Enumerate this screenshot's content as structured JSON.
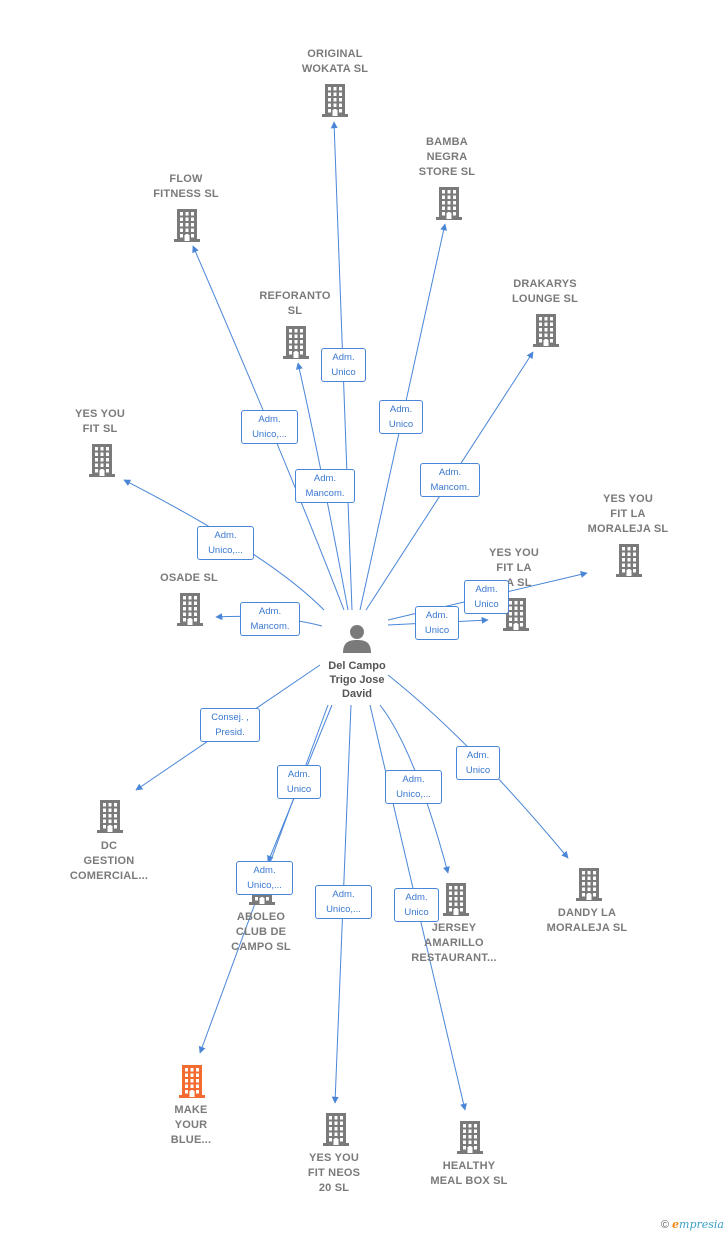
{
  "center": {
    "name": "Del Campo Trigo Jose David",
    "lines": [
      "Del Campo",
      "Trigo Jose",
      "David"
    ],
    "icon": "person-icon"
  },
  "colors": {
    "edge": "#4a86d8",
    "building": "#7a7a7a",
    "highlight": "#f26b30"
  },
  "companies": [
    {
      "id": "original-wokata",
      "lines": [
        "ORIGINAL",
        "WOKATA  SL"
      ]
    },
    {
      "id": "bamba-negra",
      "lines": [
        "BAMBA",
        "NEGRA",
        "STORE  SL"
      ]
    },
    {
      "id": "flow-fitness",
      "lines": [
        "FLOW",
        "FITNESS  SL"
      ]
    },
    {
      "id": "reforanto",
      "lines": [
        "REFORANTO",
        "SL"
      ]
    },
    {
      "id": "drakarys",
      "lines": [
        "DRAKARYS",
        "LOUNGE  SL"
      ]
    },
    {
      "id": "yes-you-fit",
      "lines": [
        "YES YOU",
        "FIT  SL"
      ]
    },
    {
      "id": "yes-you-fit-moraleja",
      "lines": [
        "YES YOU",
        "FIT LA",
        "MORALEJA  SL"
      ]
    },
    {
      "id": "yes-you-fit-la-a",
      "lines": [
        "YES YOU",
        "FIT LA",
        "...A  SL"
      ]
    },
    {
      "id": "osade",
      "lines": [
        "OSADE SL"
      ]
    },
    {
      "id": "dc-gestion",
      "lines": [
        "DC",
        "GESTION",
        "COMERCIAL..."
      ]
    },
    {
      "id": "aboleo",
      "lines": [
        "ABOLEO",
        "CLUB DE",
        "CAMPO  SL"
      ]
    },
    {
      "id": "jersey-amarillo",
      "lines": [
        "JERSEY",
        "AMARILLO",
        "RESTAURANT..."
      ]
    },
    {
      "id": "dandy",
      "lines": [
        "DANDY LA",
        "MORALEJA  SL"
      ]
    },
    {
      "id": "make-your-blue",
      "lines": [
        "MAKE",
        "YOUR",
        "BLUE..."
      ]
    },
    {
      "id": "yes-you-fit-neos",
      "lines": [
        "YES YOU",
        "FIT NEOS",
        "20  SL"
      ]
    },
    {
      "id": "healthy-meal",
      "lines": [
        "HEALTHY",
        "MEAL BOX  SL"
      ]
    }
  ],
  "relations": [
    {
      "to": "original-wokata",
      "label": "Adm.\nUnico"
    },
    {
      "to": "bamba-negra",
      "label": "Adm.\nUnico"
    },
    {
      "to": "flow-fitness",
      "label": "Adm.\nUnico,..."
    },
    {
      "to": "reforanto",
      "label": "Adm.\nMancom."
    },
    {
      "to": "drakarys",
      "label": "Adm.\nMancom."
    },
    {
      "to": "yes-you-fit",
      "label": "Adm.\nUnico,..."
    },
    {
      "to": "yes-you-fit-moraleja",
      "label": "Adm.\nUnico"
    },
    {
      "to": "yes-you-fit-la-a",
      "label": "Adm.\nUnico"
    },
    {
      "to": "osade",
      "label": "Adm.\nMancom."
    },
    {
      "to": "dc-gestion",
      "label": "Consej. ,\nPresid."
    },
    {
      "to": "aboleo",
      "label": "Adm.\nUnico"
    },
    {
      "to": "make-your-blue",
      "label": "Adm.\nUnico,..."
    },
    {
      "to": "yes-you-fit-neos",
      "label": "Adm.\nUnico,..."
    },
    {
      "to": "jersey-amarillo",
      "label": "Adm.\nUnico,..."
    },
    {
      "to": "healthy-meal",
      "label": "Adm.\nUnico"
    },
    {
      "to": "dandy",
      "label": "Adm.\nUnico"
    }
  ],
  "footer": {
    "copyright": "©",
    "brand_initial": "e",
    "brand_rest": "mpresia"
  }
}
